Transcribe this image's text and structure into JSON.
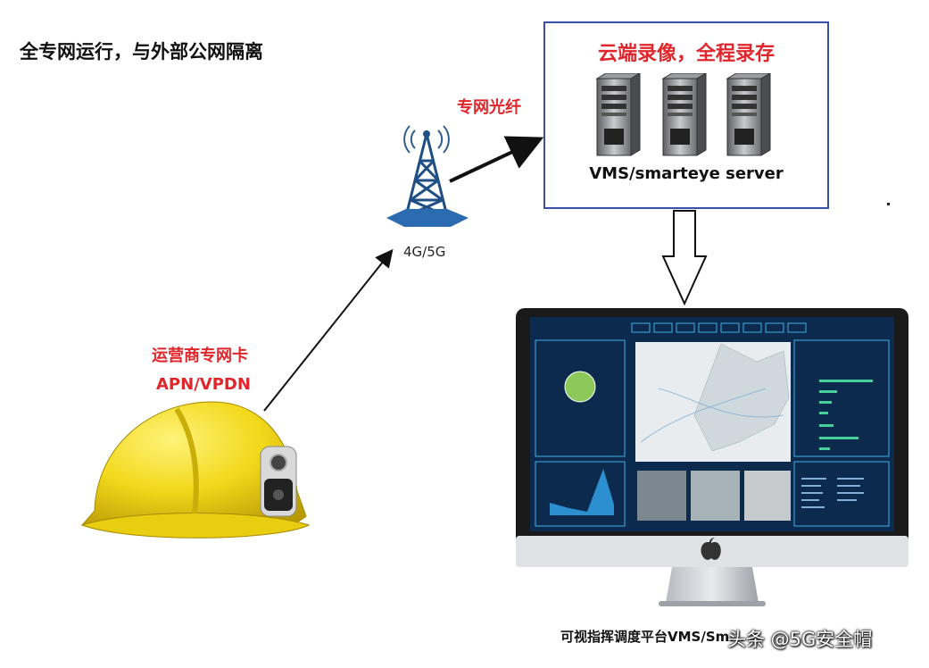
{
  "title": "全专网运行，与外部公网隔离",
  "cloud": {
    "title": "云端录像，全程录存",
    "server_label": "VMS/smarteye server"
  },
  "link": {
    "fiber_label": "专网光纤"
  },
  "tower": {
    "label": "4G/5G"
  },
  "carrier": {
    "line1": "运营商专网卡",
    "line2": "APN/VPDN"
  },
  "platform": {
    "label": "可视指挥调度平台VMS/Sm...",
    "watermark": "头条 @5G安全帽"
  },
  "colors": {
    "accent_red": "#e0252b",
    "box_border": "#3a4fa8",
    "helmet": "#f2d91b",
    "screen_bg": "#0b2a4d"
  }
}
